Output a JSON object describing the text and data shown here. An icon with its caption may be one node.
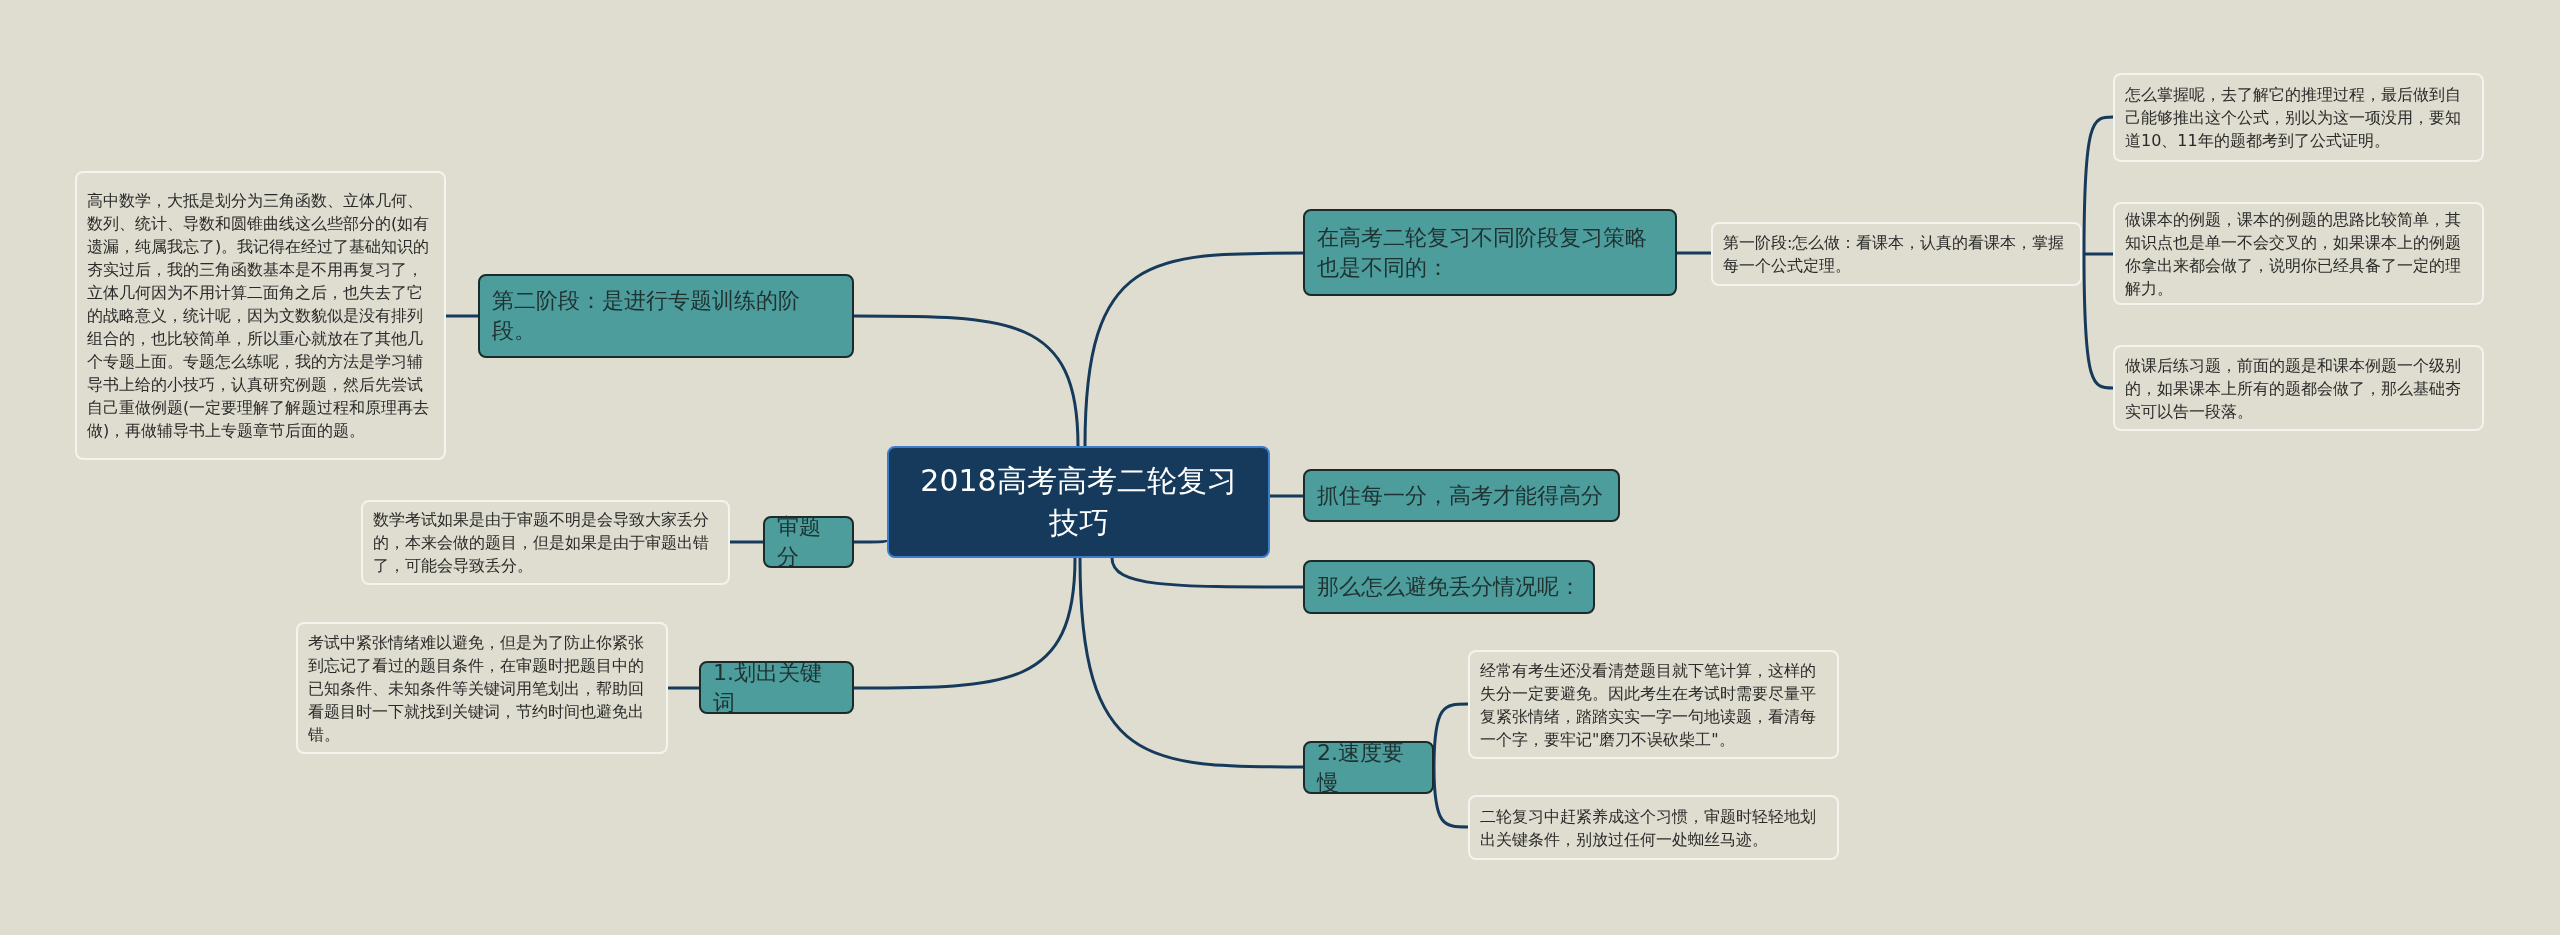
{
  "diagram": {
    "nodes": [
      {
        "text": [
          "2018高考高考二轮复习技巧"
        ]
      },
      {
        "text": [
          "第二阶段：是进行专题训练的阶段。"
        ]
      },
      {
        "text": [
          "高中数学，大抵是划分为三角函数、立体几何、数列、统计、导数和圆锥曲线这么些部分的(如有遗漏，纯属我忘了)。我记得在经过了基础知识的夯实过后，我的三角函数基本是不用再复习了，立体几何因为不用计算二面角之后，也失去了它的战略意义，统计呢，因为文数貌似是没有排列组合的，也比较简单，所以重心就放在了其他几个专题上面。专题怎么练呢，我的方法是学习辅导书上给的小技巧，认真研究例题，然后先尝试自己重做例题(一定要理解了解题过程和原理再去做)，再做辅导书上专题章节后面的题。"
        ]
      },
      {
        "text": [
          "审题分"
        ]
      },
      {
        "text": [
          "数学考试如果是由于审题不明是会导致大家丢分的，本来会做的题目，但是如果是由于审题出错了，可能会导致丢分。"
        ]
      },
      {
        "text": [
          "1.划出关键词"
        ]
      },
      {
        "text": [
          "考试中紧张情绪难以避免，但是为了防止你紧张到忘记了看过的题目条件，在审题时把题目中的已知条件、未知条件等关键词用笔划出，帮助回看题目时一下就找到关键词，节约时间也避免出错。"
        ]
      },
      {
        "text": [
          "在高考二轮复习不同阶段复习策略也是不同的："
        ]
      },
      {
        "text": [
          "第一阶段:怎么做：看课本，认真的看课本，掌握每一个公式定理。"
        ]
      },
      {
        "text": [
          "怎么掌握呢，去了解它的推理过程，最后做到自己能够推出这个公式，别以为这一项没用，要知道10、11年的题都考到了公式证明。"
        ]
      },
      {
        "text": [
          "做课本的例题，课本的例题的思路比较简单，其知识点也是单一不会交叉的，如果课本上的例题你拿出来都会做了，说明你已经具备了一定的理解力。"
        ]
      },
      {
        "text": [
          "做课后练习题，前面的题是和课本例题一个级别的，如果课本上所有的题都会做了，那么基础夯实可以告一段落。"
        ]
      },
      {
        "text": [
          "抓住每一分，高考才能得高分"
        ]
      },
      {
        "text": [
          "那么怎么避免丢分情况呢："
        ]
      },
      {
        "text": [
          "2.速度要慢"
        ]
      },
      {
        "text": [
          "经常有考生还没看清楚题目就下笔计算，这样的失分一定要避免。因此考生在考试时需要尽量平复紧张情绪，踏踏实实一字一句地读题，看清每一个字，要牢记\"磨刀不误砍柴工\"。"
        ]
      },
      {
        "text": [
          "二轮复习中赶紧养成这个习惯，审题时轻轻地划出关键条件，别放过任何一处蜘丝马迹。"
        ]
      }
    ],
    "edges": [
      {
        "from": 0,
        "to": 1,
        "arrow": "none"
      },
      {
        "from": 1,
        "to": 2,
        "arrow": "none"
      },
      {
        "from": 0,
        "to": 3,
        "arrow": "none"
      },
      {
        "from": 3,
        "to": 4,
        "arrow": "none"
      },
      {
        "from": 0,
        "to": 5,
        "arrow": "none"
      },
      {
        "from": 5,
        "to": 6,
        "arrow": "none"
      },
      {
        "from": 0,
        "to": 7,
        "arrow": "none"
      },
      {
        "from": 7,
        "to": 8,
        "arrow": "none"
      },
      {
        "from": 8,
        "to": 9,
        "arrow": "none"
      },
      {
        "from": 8,
        "to": 10,
        "arrow": "none"
      },
      {
        "from": 8,
        "to": 11,
        "arrow": "none"
      },
      {
        "from": 0,
        "to": 12,
        "arrow": "none"
      },
      {
        "from": 0,
        "to": 13,
        "arrow": "none"
      },
      {
        "from": 0,
        "to": 14,
        "arrow": "none"
      },
      {
        "from": 14,
        "to": 15,
        "arrow": "none"
      },
      {
        "from": 14,
        "to": 16,
        "arrow": "none"
      }
    ]
  }
}
